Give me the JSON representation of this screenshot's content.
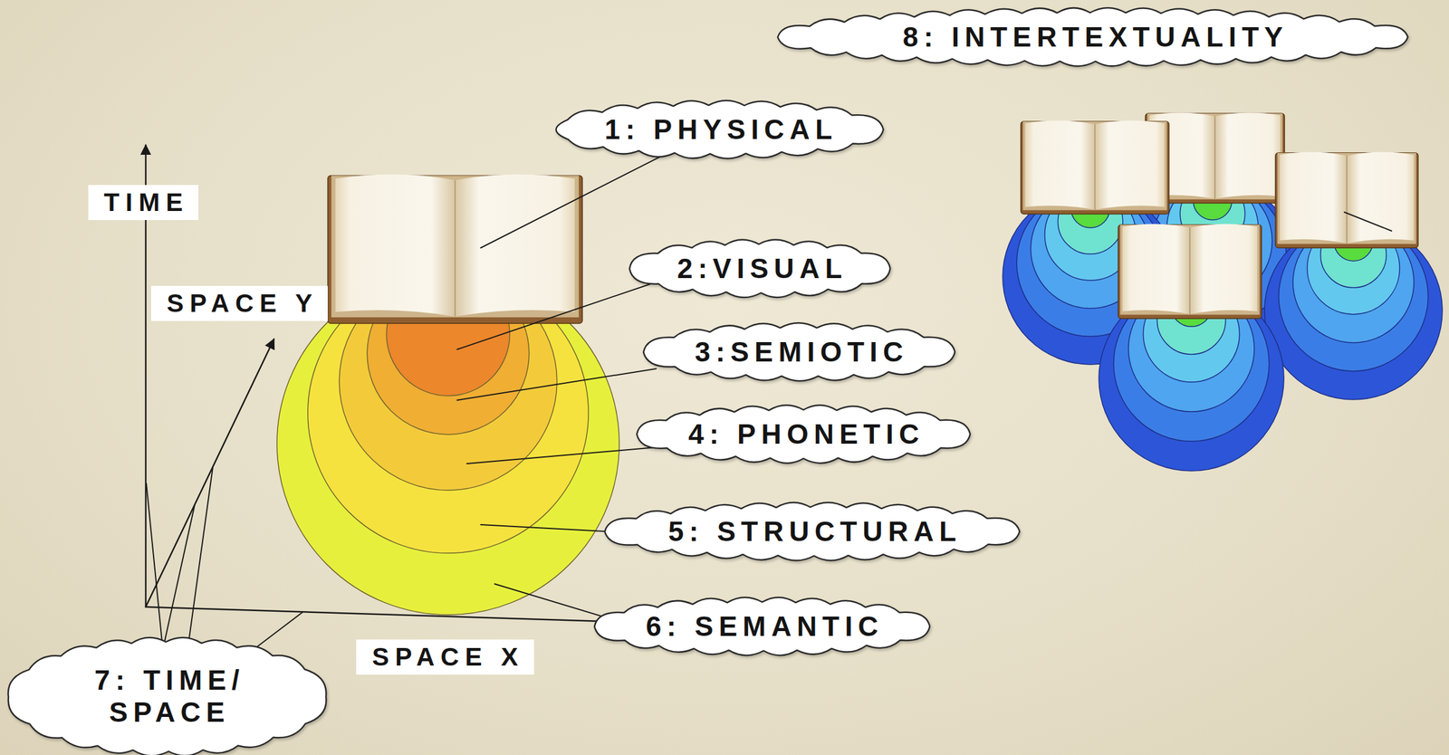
{
  "diagram": {
    "nodes": [
      {
        "text": [
          "8: INTERTEXTUALITY"
        ]
      },
      {
        "text": [
          "1: PHYSICAL"
        ]
      },
      {
        "text": [
          "TIME"
        ]
      },
      {
        "text": [
          "2:VISUAL"
        ]
      },
      {
        "text": [
          "SPACE Y"
        ]
      },
      {
        "text": [
          "3:SEMIOTIC"
        ]
      },
      {
        "text": [
          "4: PHONETIC"
        ]
      },
      {
        "text": [
          "5: STRUCTURAL"
        ]
      },
      {
        "text": [
          "6: SEMANTIC"
        ]
      },
      {
        "text": [
          "SPACE X"
        ]
      },
      {
        "text": [
          "7: TIME/ SPACE"
        ]
      }
    ]
  }
}
